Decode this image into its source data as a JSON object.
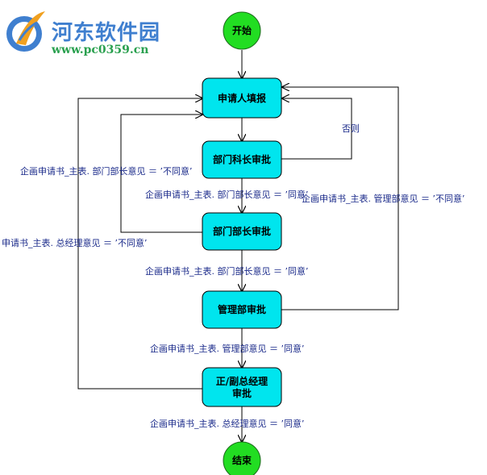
{
  "watermark": {
    "title": "河东软件园",
    "url": "www.pc0359.cn"
  },
  "nodes": {
    "start": "开始",
    "apply": "申请人填报",
    "dept_head": "部门科长审批",
    "dept_chief": "部门部长审批",
    "mgmt": "管理部审批",
    "gm_line1": "正/副总经理",
    "gm_line2": "审批",
    "end": "结束"
  },
  "edges": {
    "reject_label": "否则",
    "head_disagree": "企画申请书_主表. 部门部长意见 ＝ ’不同意’",
    "head_agree": "企画申请书_主表. 部门部长意见 ＝ ’同意’",
    "mgmt_disagree": "企画申请书_主表. 管理部意见 ＝ ’不同意’",
    "gm_disagree": "申请书_主表. 总经理意见 ＝ ’不同意’",
    "chief_agree": "企画申请书_主表. 部门部长意见 ＝ ’同意’",
    "mgmt_agree": "企画申请书_主表. 管理部意见 ＝ ’同意’",
    "gm_agree": "企画申请书_主表. 总经理意见 ＝ ’同意’"
  },
  "colors": {
    "process_fill": "#00e5ee",
    "terminal_fill": "#22dd22",
    "line": "#000000",
    "label": "#1a2a8a"
  }
}
